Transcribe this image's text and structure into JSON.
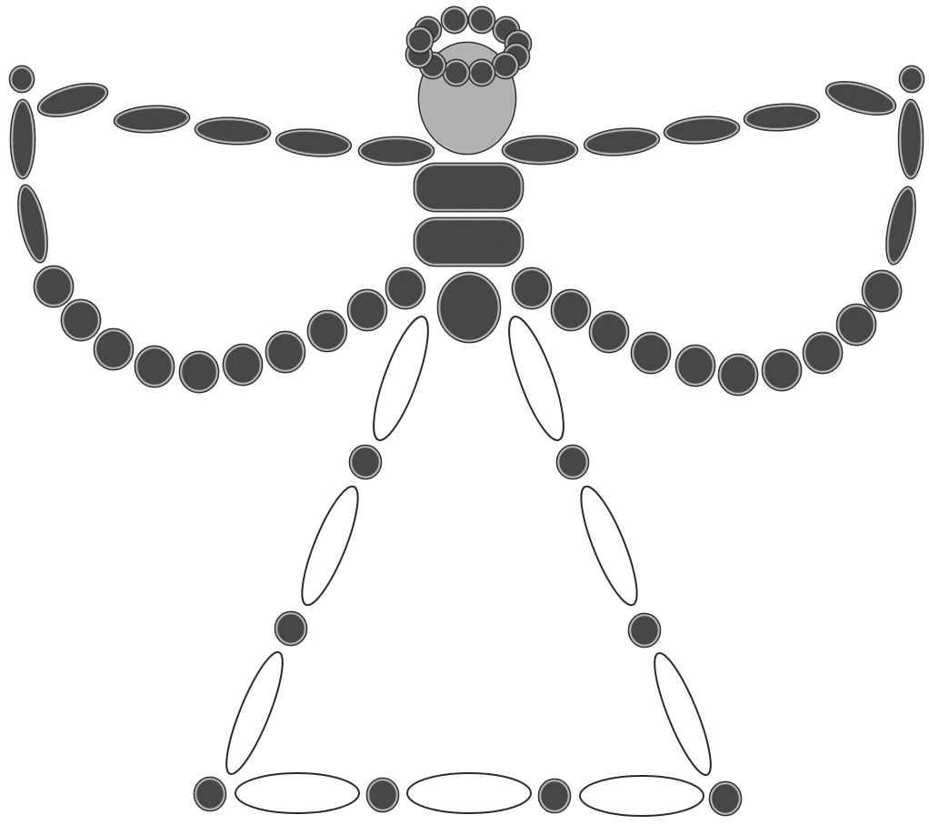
{
  "figure": {
    "description_free": true,
    "colors": {
      "bead_fill": "#4a4a4a",
      "bead_rim": "#bdbdbd",
      "bead_edge": "#2e2e2e",
      "head_fill": "#b8b8b8",
      "hollow_fill": "#ffffff",
      "hollow_stroke": "#2a2a2a",
      "background": "#ffffff"
    },
    "parts": {
      "crown_beads": 12,
      "arm_segments_per_side": 5,
      "torso_blocks": 2,
      "pelvis_beads": 1,
      "hanging_chain_beads_per_side": 10,
      "leg_hollow_segments_per_side": 3,
      "leg_joint_beads_per_side": 2,
      "floor_hollow_segments": 3,
      "floor_joint_beads": 4
    }
  }
}
